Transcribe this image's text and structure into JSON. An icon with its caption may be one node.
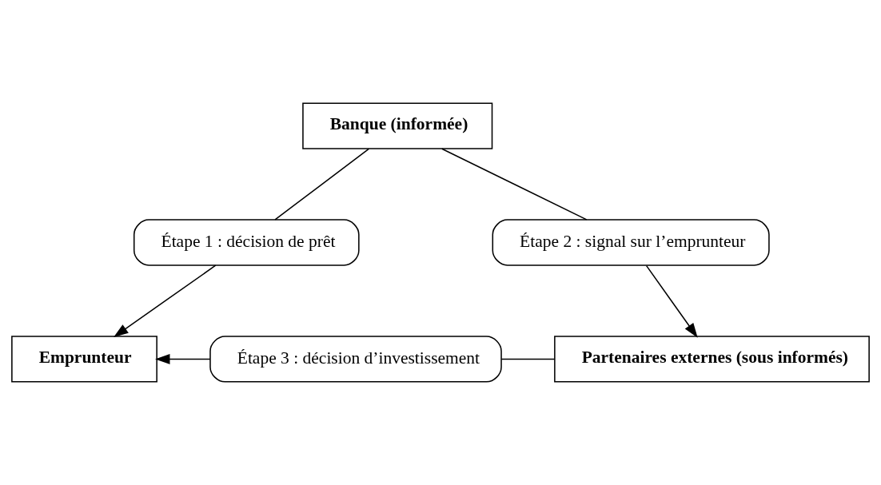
{
  "diagram": {
    "nodes": [
      {
        "text": [
          "Banque (informée)"
        ]
      },
      {
        "text": [
          "Étape 1 : décision de prêt"
        ]
      },
      {
        "text": [
          "Étape 2 : signal sur l’emprunteur"
        ]
      },
      {
        "text": [
          "Emprunteur"
        ]
      },
      {
        "text": [
          "Étape 3 : décision d’investissement"
        ]
      },
      {
        "text": [
          "Partenaires externes (sous informés)"
        ]
      }
    ],
    "edges": [
      {
        "from": 0,
        "to": 1,
        "arrow": "none"
      },
      {
        "from": 1,
        "to": 3,
        "arrow": "to"
      },
      {
        "from": 0,
        "to": 2,
        "arrow": "none"
      },
      {
        "from": 2,
        "to": 5,
        "arrow": "to"
      },
      {
        "from": 5,
        "to": 4,
        "arrow": "none"
      },
      {
        "from": 4,
        "to": 3,
        "arrow": "to"
      }
    ]
  }
}
